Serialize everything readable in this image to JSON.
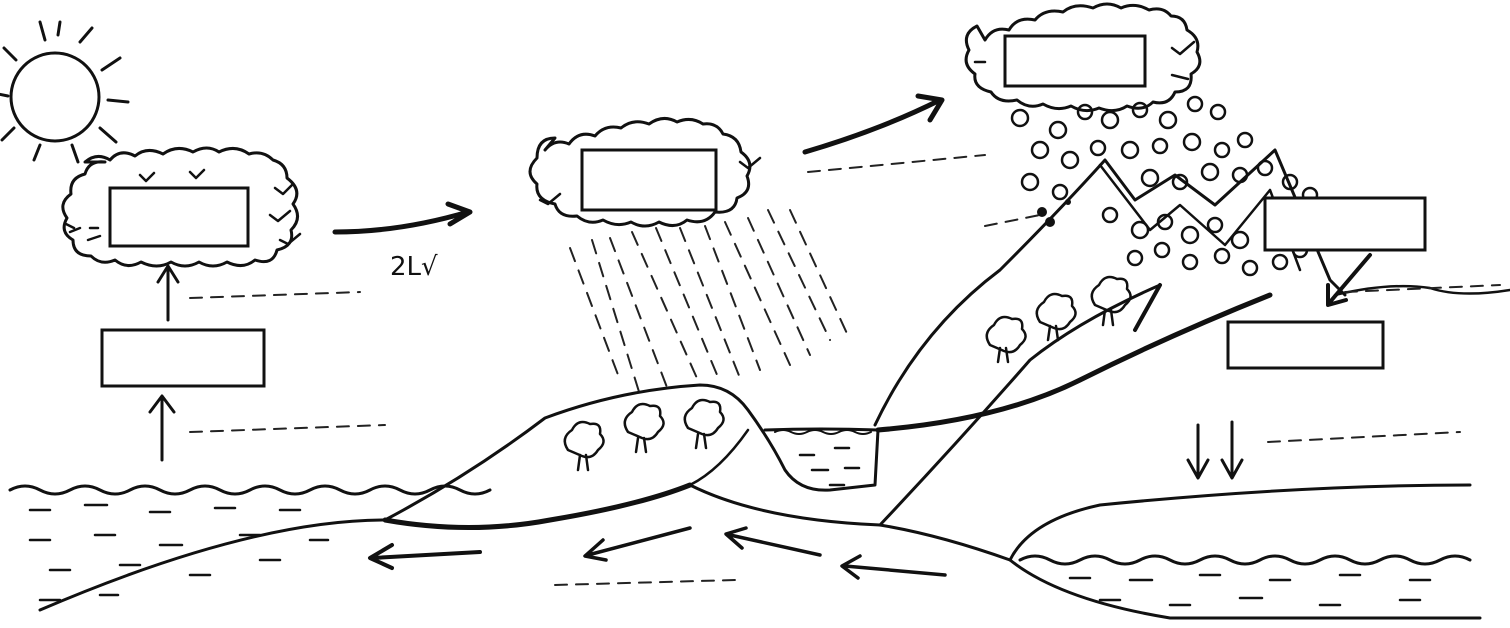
{
  "diagram": {
    "label_boxes": [
      {
        "id": "cloud-left",
        "text": ""
      },
      {
        "id": "rising-left",
        "text": ""
      },
      {
        "id": "cloud-middle",
        "text": ""
      },
      {
        "id": "cloud-top-right",
        "text": ""
      },
      {
        "id": "snow-right",
        "text": ""
      },
      {
        "id": "melt-right",
        "text": ""
      }
    ],
    "handwritten_mark": "2L√"
  }
}
